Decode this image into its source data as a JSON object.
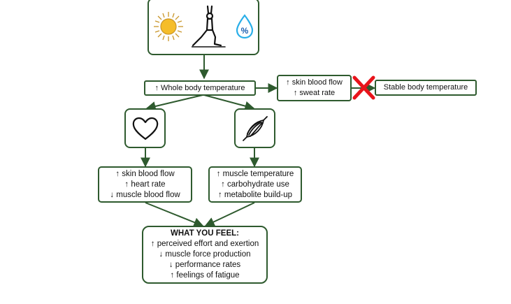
{
  "whole_body_box": {
    "text": "↑ Whole body temperature"
  },
  "skin_sweat_box": {
    "lines": [
      "↑ skin blood flow",
      "↑ sweat rate"
    ]
  },
  "stable_box": {
    "text": "Stable body temperature"
  },
  "cardio_box": {
    "lines": [
      "↑ skin blood flow",
      "↑ heart rate",
      "↓ muscle blood flow"
    ]
  },
  "muscle_box": {
    "lines": [
      "↑ muscle temperature",
      "↑ carbohydrate use",
      "↑ metabolite build-up"
    ]
  },
  "feel_box": {
    "heading": "WHAT YOU FEEL:",
    "lines": [
      "↑ perceived effort and exertion",
      "↓ muscle force production",
      "↓ performance rates",
      "↑ feelings of fatigue"
    ]
  },
  "icons": {
    "top": [
      "sun-icon",
      "yoga-pose-icon",
      "humidity-drop-icon"
    ],
    "heart": "heart-icon",
    "muscle": "muscle-icon",
    "blocked": "red-cross-icon"
  },
  "colors": {
    "border": "#2e5a2e",
    "arrow": "#2e5a2e",
    "cross": "#e8141b",
    "sun": "#f5bd2a",
    "drop": "#29aee8"
  }
}
